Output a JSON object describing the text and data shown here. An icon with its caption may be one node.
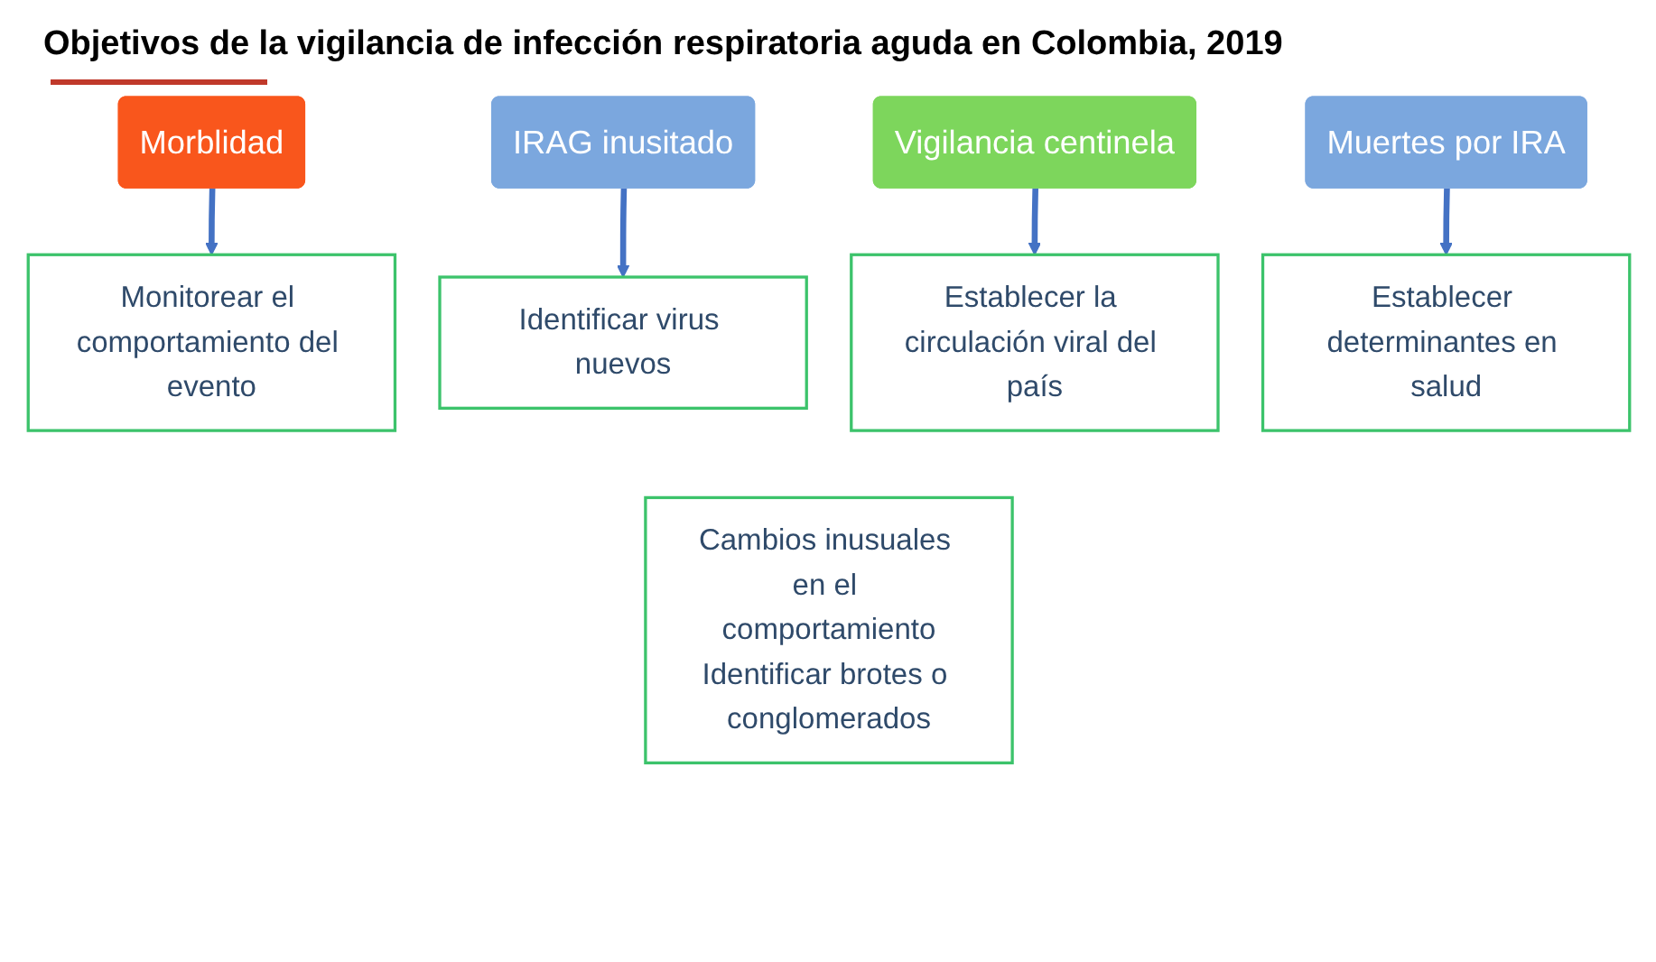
{
  "diagram": {
    "title": "Objetivos de la vigilancia de infección respiratoria aguda en Colombia, 2019",
    "nodes": [
      {
        "text": [
          "Morblidad"
        ]
      },
      {
        "text": [
          "IRAG inusitado"
        ]
      },
      {
        "text": [
          "Vigilancia centinela"
        ]
      },
      {
        "text": [
          "Muertes por IRA"
        ]
      },
      {
        "text": [
          "Monitorear el comportamiento del evento"
        ]
      },
      {
        "text": [
          "Identificar virus nuevos"
        ]
      },
      {
        "text": [
          "Establecer la circulación viral del país"
        ]
      },
      {
        "text": [
          "Establecer determinantes en salud"
        ]
      },
      {
        "text": [
          "Cambios inusuales en el comportamiento",
          "Identificar brotes o conglomerados"
        ]
      }
    ],
    "edges": [
      {
        "from": 0,
        "to": 4,
        "arrow": "to"
      },
      {
        "from": 1,
        "to": 5,
        "arrow": "to"
      },
      {
        "from": 2,
        "to": 6,
        "arrow": "to"
      },
      {
        "from": 3,
        "to": 7,
        "arrow": "to"
      }
    ]
  }
}
